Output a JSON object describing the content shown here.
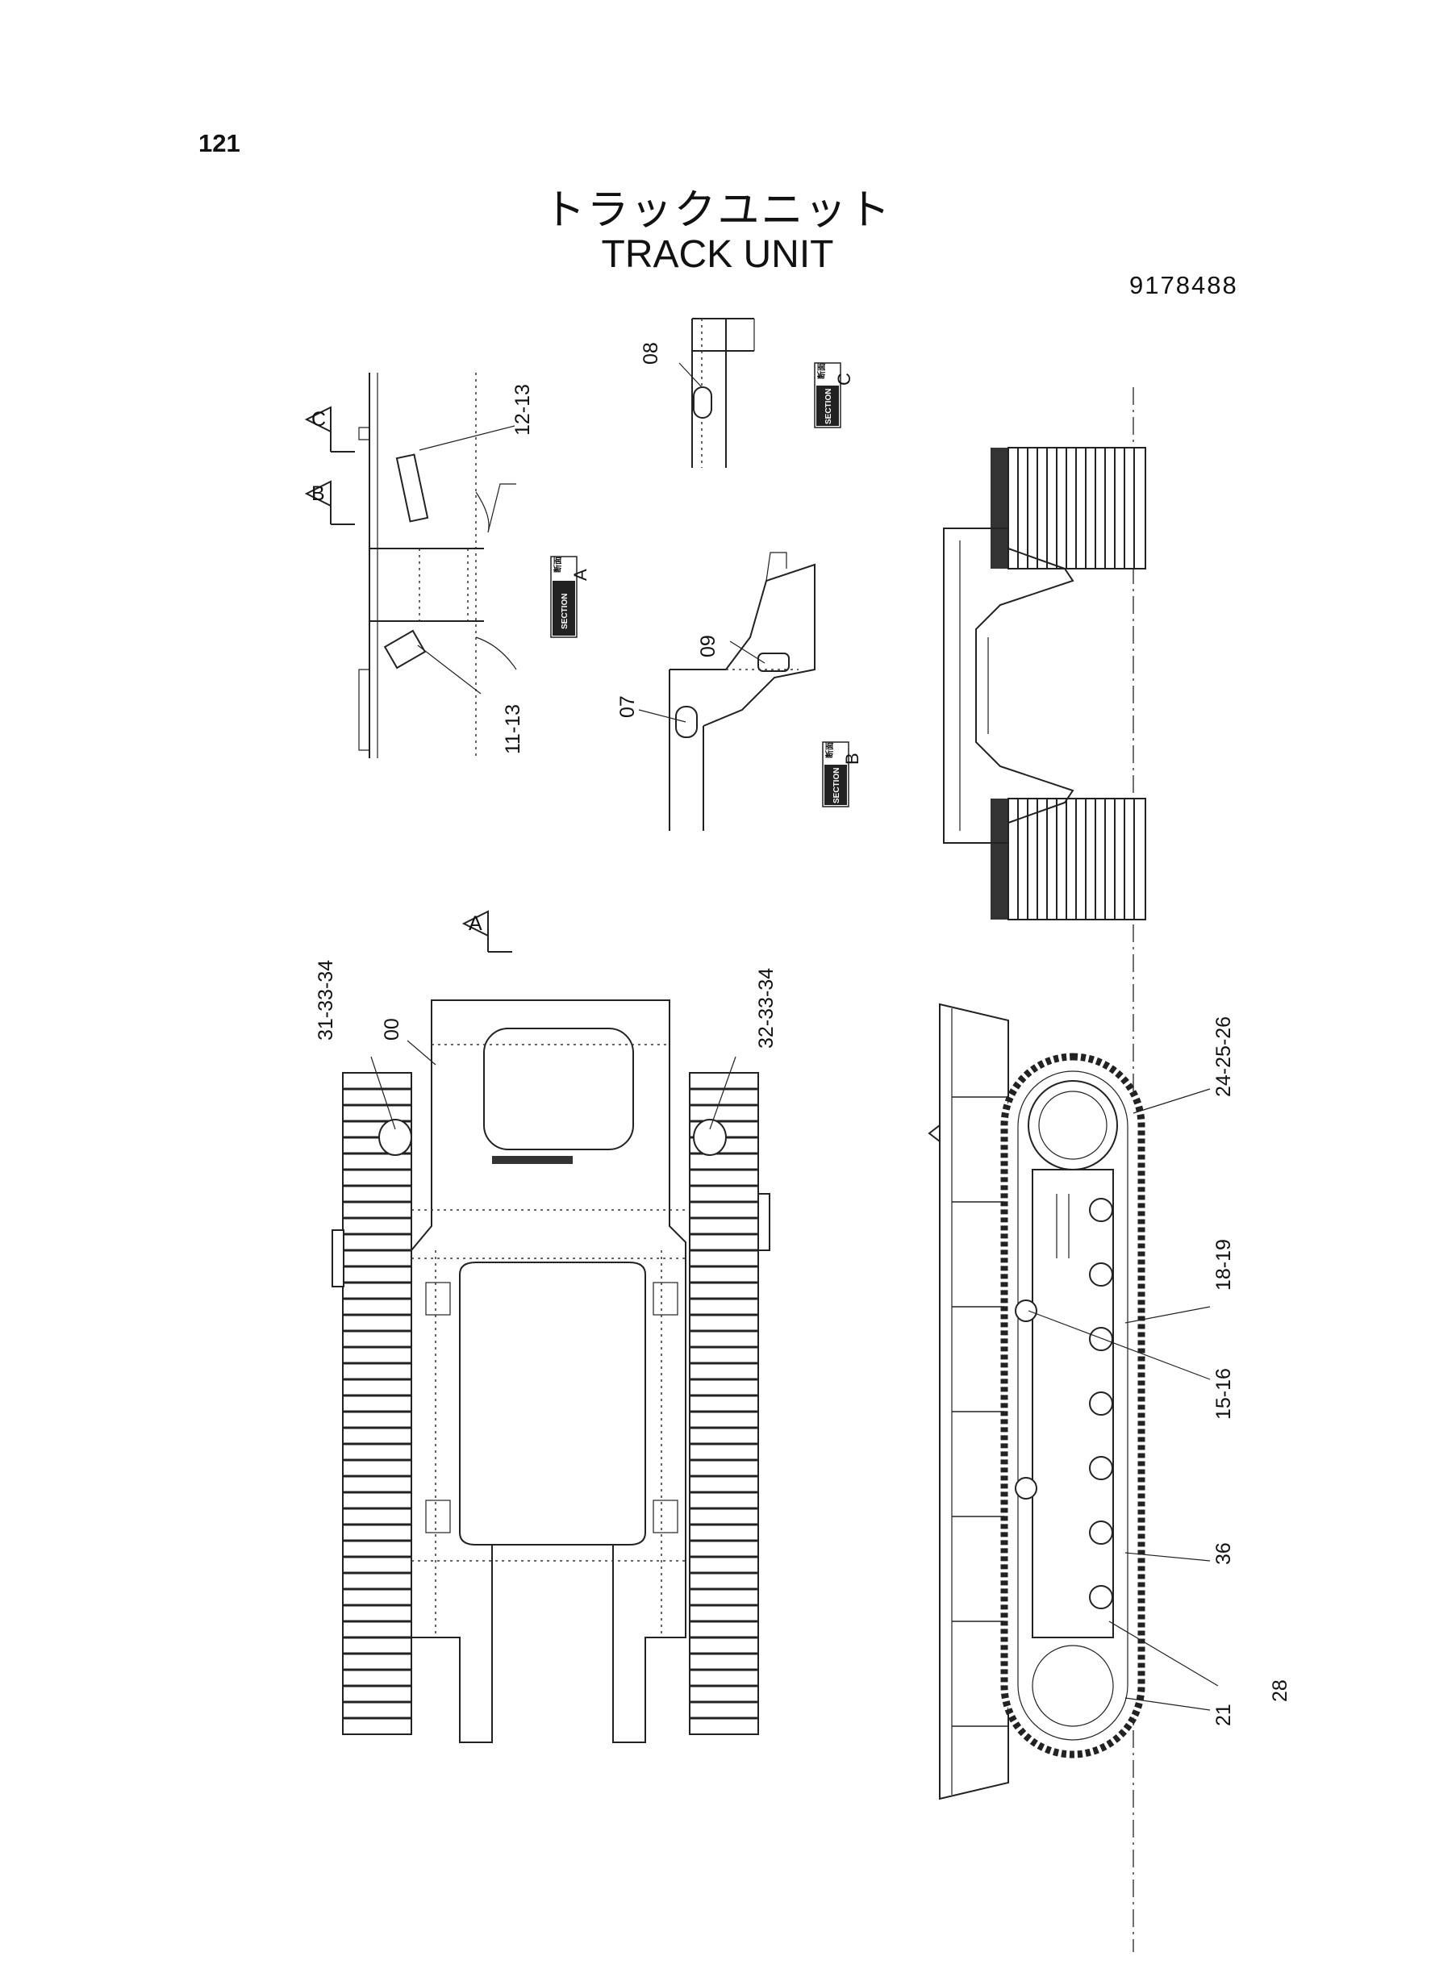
{
  "header": {
    "page_number": "121",
    "title_jp": "トラックユニット",
    "title_en": "TRACK UNIT",
    "part_number": "9178488"
  },
  "sections": [
    {
      "id": "A",
      "kanji": "断面",
      "label": "SECTION",
      "letter": "A"
    },
    {
      "id": "B",
      "kanji": "断面",
      "label": "SECTION",
      "letter": "B"
    },
    {
      "id": "C",
      "kanji": "断面",
      "label": "SECTION",
      "letter": "C"
    }
  ],
  "view_markers": [
    "A",
    "B",
    "C"
  ],
  "callouts": {
    "c00": "00",
    "c07": "07",
    "c08": "08",
    "c09": "09",
    "c11_13": "11-13",
    "c12_13": "12-13",
    "c15_16": "15-16",
    "c18_19": "18-19",
    "c21": "21",
    "c24_25_26": "24-25-26",
    "c28": "28",
    "c31_33_34": "31-33-34",
    "c32_33_34": "32-33-34",
    "c36": "36"
  }
}
